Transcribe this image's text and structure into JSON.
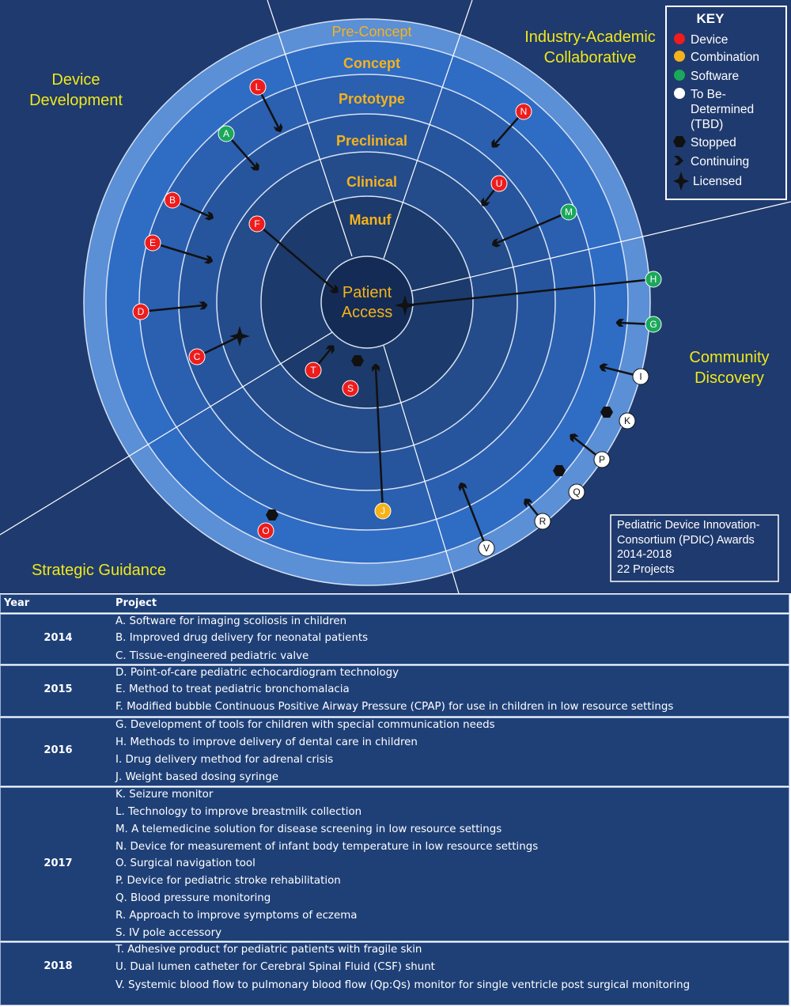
{
  "diagram": {
    "center_label": [
      "Patient",
      "Access"
    ],
    "rings": [
      "Manuf",
      "Clinical",
      "Preclinical",
      "Prototype",
      "Concept",
      "Pre-Concept"
    ],
    "sectors": {
      "device_development": [
        "Device",
        "Development"
      ],
      "industry_academic": [
        "Industry-Academic",
        "Collaborative"
      ],
      "community_discovery": [
        "Community",
        "Discovery"
      ],
      "strategic_guidance": "Strategic Guidance"
    },
    "key": {
      "title": "KEY",
      "device": "Device",
      "combination": "Combination",
      "software": "Software",
      "tbd": [
        "To Be-",
        "Determined",
        "(TBD)"
      ],
      "stopped": "Stopped",
      "continuing": "Continuing",
      "licensed": "Licensed"
    },
    "info_box": [
      "Pediatric Device Innovation-",
      "Consortium (PDIC) Awards",
      "2014-2018",
      "22 Projects"
    ],
    "colors": {
      "device": "#ee1c1c",
      "combination": "#f6b21b",
      "software": "#1aa85a",
      "tbd": "#ffffff",
      "background": "#1f3a6e",
      "ring_label": "#f6b21b",
      "sector_label": "#f0e81a"
    },
    "projects": [
      {
        "letter": "A",
        "type": "software",
        "status": "continuing"
      },
      {
        "letter": "B",
        "type": "device",
        "status": "continuing"
      },
      {
        "letter": "C",
        "type": "device",
        "status": "licensed"
      },
      {
        "letter": "D",
        "type": "device",
        "status": "continuing"
      },
      {
        "letter": "E",
        "type": "device",
        "status": "continuing"
      },
      {
        "letter": "F",
        "type": "device",
        "status": "continuing"
      },
      {
        "letter": "G",
        "type": "software",
        "status": "continuing"
      },
      {
        "letter": "H",
        "type": "software",
        "status": "licensed"
      },
      {
        "letter": "I",
        "type": "tbd",
        "status": "continuing"
      },
      {
        "letter": "J",
        "type": "combination",
        "status": "continuing"
      },
      {
        "letter": "K",
        "type": "tbd",
        "status": "stopped"
      },
      {
        "letter": "L",
        "type": "device",
        "status": "continuing"
      },
      {
        "letter": "M",
        "type": "software",
        "status": "continuing"
      },
      {
        "letter": "N",
        "type": "device",
        "status": "continuing"
      },
      {
        "letter": "O",
        "type": "device",
        "status": "stopped"
      },
      {
        "letter": "P",
        "type": "tbd",
        "status": "continuing"
      },
      {
        "letter": "Q",
        "type": "tbd",
        "status": "stopped"
      },
      {
        "letter": "R",
        "type": "tbd",
        "status": "continuing"
      },
      {
        "letter": "S",
        "type": "device",
        "status": "stopped"
      },
      {
        "letter": "T",
        "type": "device",
        "status": "continuing"
      },
      {
        "letter": "U",
        "type": "device",
        "status": "continuing"
      },
      {
        "letter": "V",
        "type": "tbd",
        "status": "continuing"
      }
    ]
  },
  "table": {
    "headers": {
      "year": "Year",
      "project": "Project"
    },
    "groups": [
      {
        "year": "2014",
        "items": [
          "A. Software for imaging scoliosis in children",
          "B. Improved drug delivery for neonatal patients",
          "C. Tissue-engineered pediatric valve"
        ]
      },
      {
        "year": "2015",
        "items": [
          "D. Point-of-care pediatric echocardiogram technology",
          "E. Method to treat pediatric bronchomalacia",
          "F. Modified bubble Continuous Positive Airway Pressure (CPAP) for use in children in low resource settings"
        ]
      },
      {
        "year": "2016",
        "items": [
          "G. Development of tools for children with special communication needs",
          "H. Methods to improve delivery of dental care in children",
          "I. Drug delivery method for adrenal crisis",
          "J. Weight based dosing syringe"
        ]
      },
      {
        "year": "2017",
        "items": [
          "K. Seizure monitor",
          "L. Technology to improve breastmilk collection",
          "M. A telemedicine solution for disease screening in low resource settings",
          "N. Device for measurement of infant body temperature in low resource settings",
          "O. Surgical navigation tool",
          "P. Device for pediatric stroke rehabilitation",
          "Q. Blood pressure monitoring",
          "R. Approach to improve symptoms of eczema",
          "S. IV pole accessory"
        ]
      },
      {
        "year": "2018",
        "items": [
          "T. Adhesive product for pediatric patients with fragile skin",
          "U. Dual lumen catheter for Cerebral Spinal Fluid (CSF) shunt",
          "V. Systemic blood flow to pulmonary blood flow (Qp:Qs) monitor for single ventricle post surgical monitoring"
        ]
      }
    ]
  }
}
